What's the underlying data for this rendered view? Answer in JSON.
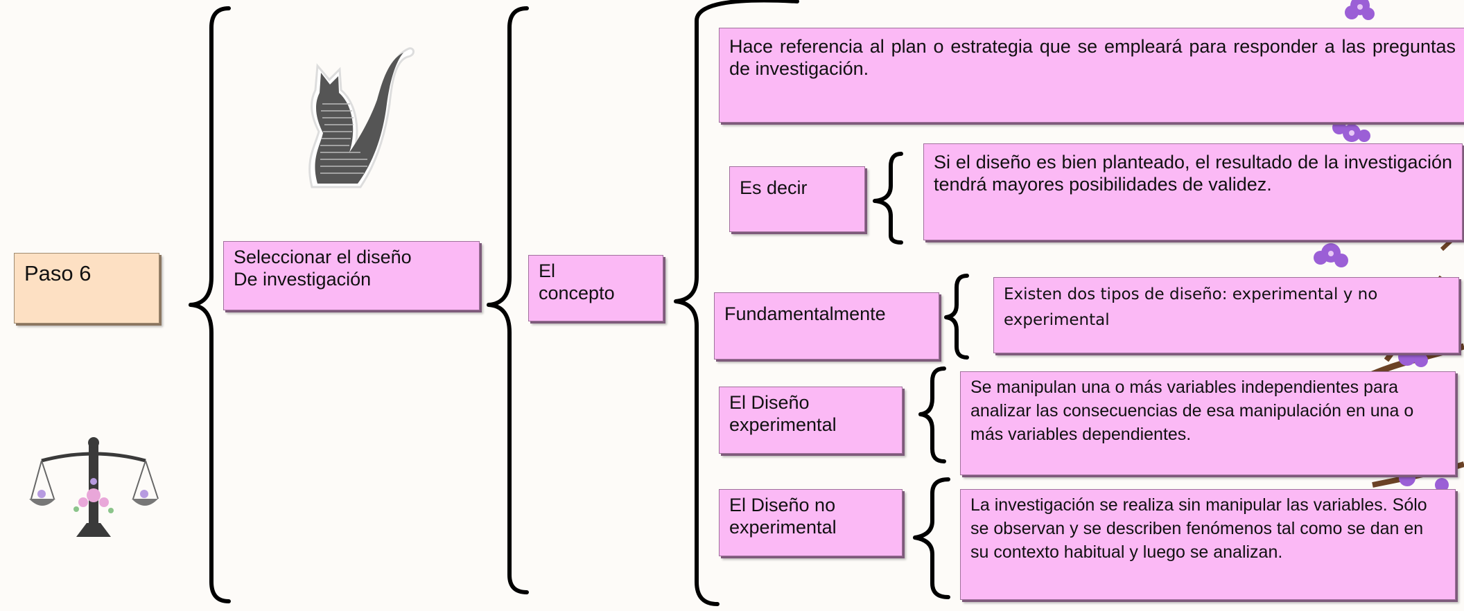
{
  "nodes": {
    "paso": "Paso 6",
    "seleccionar": "Seleccionar el diseño\nDe investigación",
    "concepto": "El\nconcepto",
    "definicion": "Hace referencia al plan o estrategia que se empleará para responder a las preguntas de investigación.",
    "es_decir": "Es decir",
    "es_decir_text": "Si el diseño es bien planteado, el resultado de la investigación tendrá mayores posibilidades de validez.",
    "fundamentalmente": "Fundamentalmente",
    "fundamentalmente_text": "Existen dos tipos de diseño: experimental y no experimental",
    "experimental": "El Diseño\nexperimental",
    "experimental_text": "Se manipulan una o más variables independientes para analizar las consecuencias de esa manipulación en una o más variables dependientes.",
    "no_experimental": "El Diseño  no\nexperimental",
    "no_experimental_text": "La investigación se realiza sin manipular las variables. Sólo se observan y se describen fenómenos tal como se dan en su contexto habitual y luego se analizan."
  },
  "colors": {
    "node_fill": "#fbb9f5",
    "start_fill": "#fde0c3",
    "flower": "#9b5fd6"
  },
  "icons": [
    "cat-silhouette-icon",
    "scale-of-justice-icon",
    "flower-branch-icon"
  ]
}
